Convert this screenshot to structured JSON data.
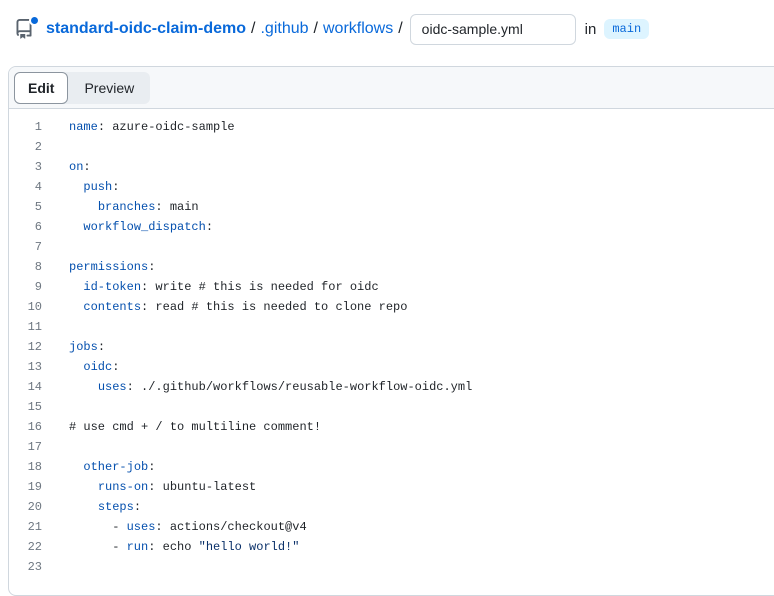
{
  "breadcrumb": {
    "repo": "standard-oidc-claim-demo",
    "separator": "/",
    "path": [
      ".github",
      "workflows"
    ],
    "filename_input": "oidc-sample.yml",
    "in_label": "in",
    "branch": "main"
  },
  "icons": {
    "repo": "repo-book-icon",
    "unsaved_indicator": "blue-dot-badge"
  },
  "tabs": {
    "edit": "Edit",
    "preview": "Preview"
  },
  "colors": {
    "accent": "#0969da",
    "link": "#0969da",
    "badge_bg": "#ddf4ff",
    "panel_border": "#d0d7de",
    "header_bg": "#f6f8fa",
    "code_key": "#0550ae",
    "code_string": "#0a3069",
    "code_plain": "#1f2328",
    "line_number": "#6e7781"
  },
  "editor": {
    "language": "yaml",
    "lines": [
      {
        "n": 1,
        "segs": [
          [
            "name",
            "key"
          ],
          [
            ": azure-oidc-sample",
            "plain"
          ]
        ]
      },
      {
        "n": 2,
        "segs": []
      },
      {
        "n": 3,
        "segs": [
          [
            "on",
            "key"
          ],
          [
            ":",
            "plain"
          ]
        ]
      },
      {
        "n": 4,
        "segs": [
          [
            "  ",
            "plain"
          ],
          [
            "push",
            "key"
          ],
          [
            ":",
            "plain"
          ]
        ]
      },
      {
        "n": 5,
        "segs": [
          [
            "    ",
            "plain"
          ],
          [
            "branches",
            "key"
          ],
          [
            ": main",
            "plain"
          ]
        ]
      },
      {
        "n": 6,
        "segs": [
          [
            "  ",
            "plain"
          ],
          [
            "workflow_dispatch",
            "key"
          ],
          [
            ":",
            "plain"
          ]
        ]
      },
      {
        "n": 7,
        "segs": []
      },
      {
        "n": 8,
        "segs": [
          [
            "permissions",
            "key"
          ],
          [
            ":",
            "plain"
          ]
        ]
      },
      {
        "n": 9,
        "segs": [
          [
            "  ",
            "plain"
          ],
          [
            "id-token",
            "key"
          ],
          [
            ": write # this is needed for oidc",
            "plain"
          ]
        ]
      },
      {
        "n": 10,
        "segs": [
          [
            "  ",
            "plain"
          ],
          [
            "contents",
            "key"
          ],
          [
            ": read # this is needed to clone repo",
            "plain"
          ]
        ]
      },
      {
        "n": 11,
        "segs": []
      },
      {
        "n": 12,
        "segs": [
          [
            "jobs",
            "key"
          ],
          [
            ":",
            "plain"
          ]
        ]
      },
      {
        "n": 13,
        "segs": [
          [
            "  ",
            "plain"
          ],
          [
            "oidc",
            "key"
          ],
          [
            ":",
            "plain"
          ]
        ]
      },
      {
        "n": 14,
        "segs": [
          [
            "    ",
            "plain"
          ],
          [
            "uses",
            "key"
          ],
          [
            ": ./.github/workflows/reusable-workflow-oidc.yml",
            "plain"
          ]
        ]
      },
      {
        "n": 15,
        "segs": []
      },
      {
        "n": 16,
        "segs": [
          [
            "# use cmd + / to multiline comment!",
            "plain"
          ]
        ]
      },
      {
        "n": 17,
        "segs": []
      },
      {
        "n": 18,
        "segs": [
          [
            "  ",
            "plain"
          ],
          [
            "other-job",
            "key"
          ],
          [
            ":",
            "plain"
          ]
        ]
      },
      {
        "n": 19,
        "segs": [
          [
            "    ",
            "plain"
          ],
          [
            "runs-on",
            "key"
          ],
          [
            ": ubuntu-latest",
            "plain"
          ]
        ]
      },
      {
        "n": 20,
        "segs": [
          [
            "    ",
            "plain"
          ],
          [
            "steps",
            "key"
          ],
          [
            ":",
            "plain"
          ]
        ]
      },
      {
        "n": 21,
        "segs": [
          [
            "      - ",
            "plain"
          ],
          [
            "uses",
            "key"
          ],
          [
            ": actions/checkout@v4",
            "plain"
          ]
        ]
      },
      {
        "n": 22,
        "segs": [
          [
            "      - ",
            "plain"
          ],
          [
            "run",
            "key"
          ],
          [
            ": echo ",
            "plain"
          ],
          [
            "\"hello world!\"",
            "str"
          ]
        ]
      },
      {
        "n": 23,
        "segs": []
      }
    ]
  }
}
